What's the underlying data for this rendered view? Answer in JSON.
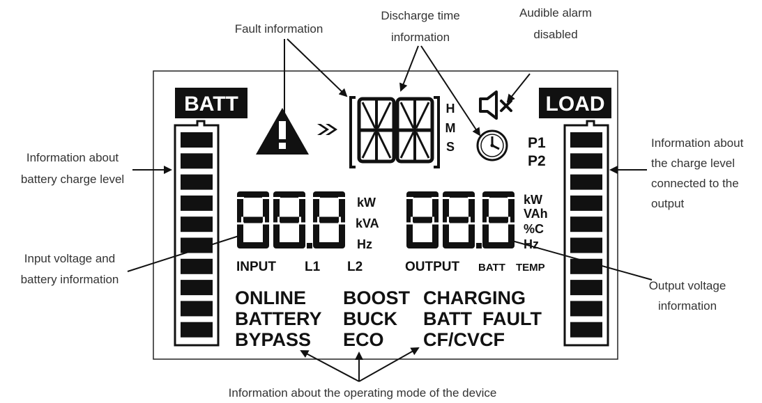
{
  "callouts": {
    "fault": "Fault information",
    "discharge_1": "Discharge time",
    "discharge_2": "information",
    "alarm_1": "Audible alarm",
    "alarm_2": "disabled",
    "batt_level_1": "Information about",
    "batt_level_2": "battery charge level",
    "load_level_1": "Information about",
    "load_level_2": "the charge level",
    "load_level_3": "connected to the",
    "load_level_4": "output",
    "input_1": "Input voltage and",
    "input_2": "battery information",
    "output_1": "Output voltage",
    "output_2": "information",
    "mode": "Information about the operating mode of the device"
  },
  "lcd": {
    "batt_badge": "BATT",
    "load_badge": "LOAD",
    "time_units": [
      "H",
      "M",
      "S"
    ],
    "program": [
      "P1",
      "P2"
    ],
    "input_units": [
      "kW",
      "kVA",
      "Hz"
    ],
    "output_units": [
      "kW",
      "VAh",
      "%C",
      "Hz"
    ],
    "input_row": {
      "input": "INPUT",
      "l1": "L1",
      "l2": "L2"
    },
    "output_row": {
      "output": "OUTPUT",
      "batt": "BATT",
      "temp": "TEMP"
    },
    "modes": {
      "col1": [
        "ONLINE",
        "BATTERY",
        "BYPASS"
      ],
      "col2": [
        "BOOST",
        "BUCK",
        "ECO"
      ],
      "col3": [
        "CHARGING",
        "BATT  FAULT",
        "CF/CVCF"
      ]
    },
    "fault_icon": "warning-triangle-icon",
    "arrows_icon": "double-chevron-icon",
    "alarm_icon": "speaker-muted-icon",
    "clock_icon": "clock-icon"
  },
  "colors": {
    "lcd_ink": "#111111",
    "label_text": "#333333"
  }
}
